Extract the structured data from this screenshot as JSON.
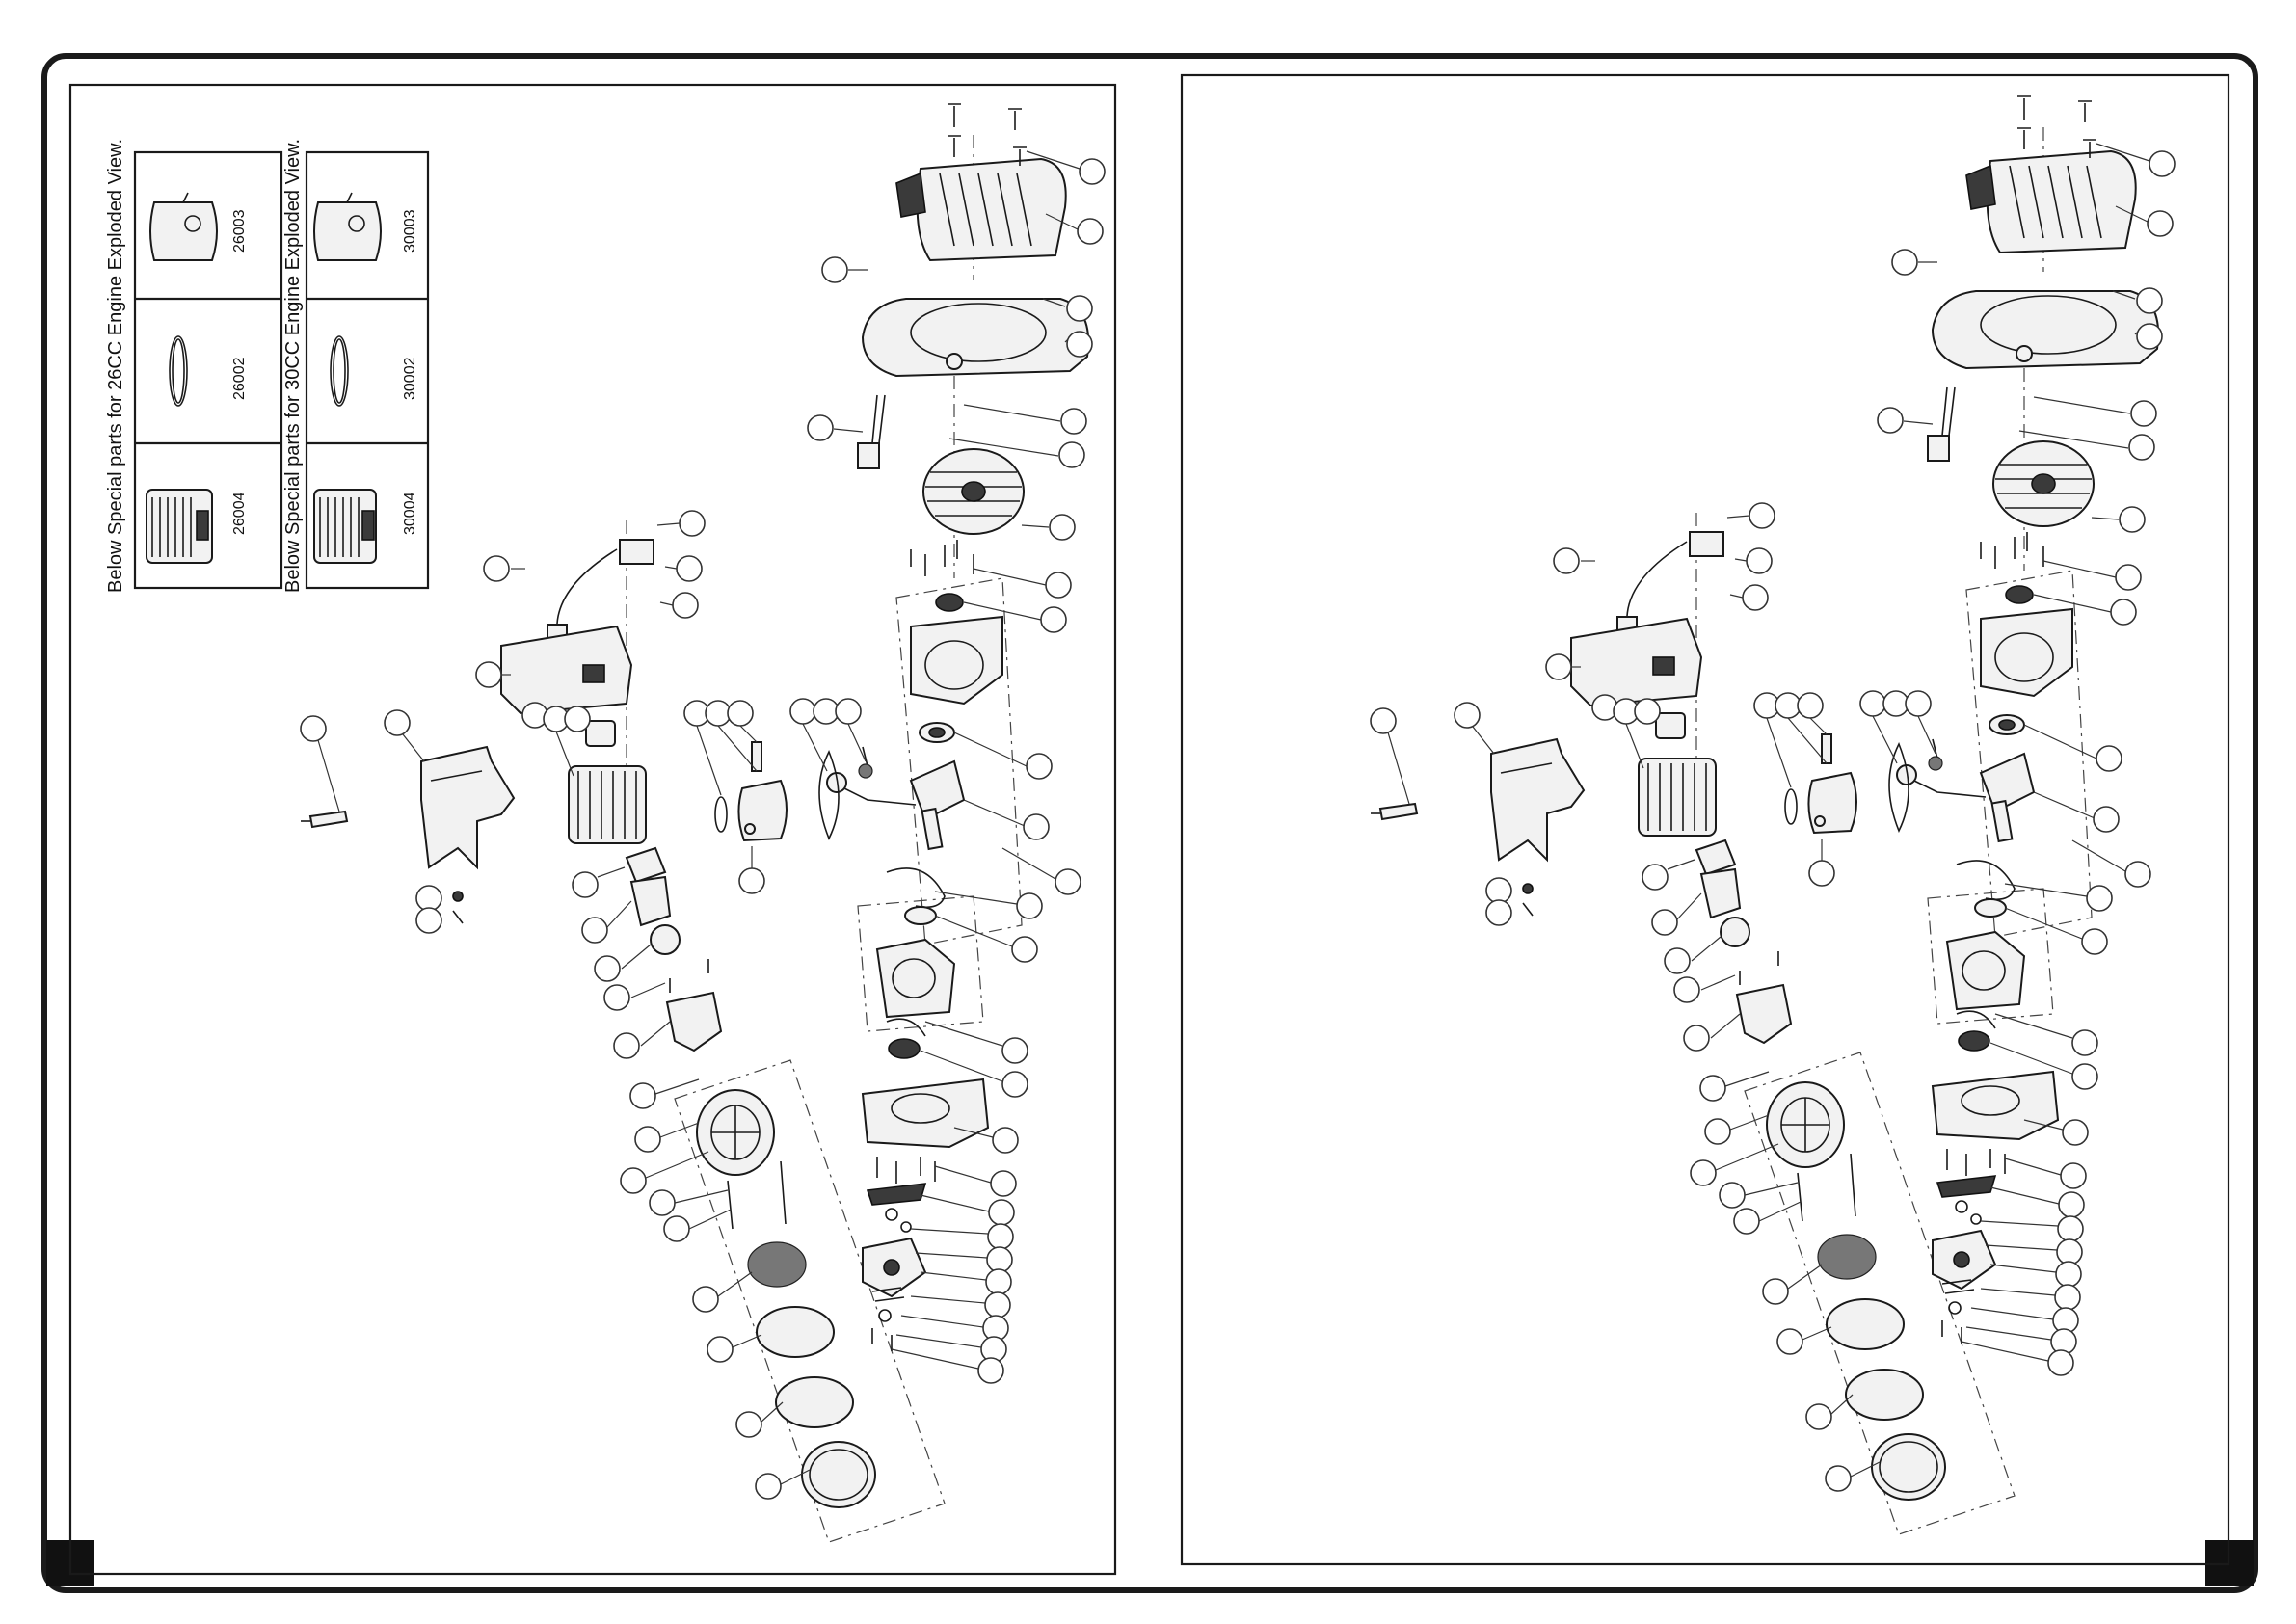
{
  "special_parts_26cc": {
    "heading": "Below Special parts for 26CC Engine Exploded View.",
    "cells": [
      {
        "code": "26004",
        "icon": "cylinder-icon"
      },
      {
        "code": "26002",
        "icon": "piston-ring-icon"
      },
      {
        "code": "26003",
        "icon": "piston-icon"
      }
    ]
  },
  "special_parts_30cc": {
    "heading": "Below Special parts for 30CC Engine Exploded View.",
    "cells": [
      {
        "code": "30004",
        "icon": "cylinder-icon"
      },
      {
        "code": "30002",
        "icon": "piston-ring-icon"
      },
      {
        "code": "30003",
        "icon": "piston-icon"
      }
    ]
  },
  "diagram": {
    "left_panel_icon": "engine-exploded-view-icon",
    "right_panel_icon": "engine-exploded-view-icon",
    "callouts_blank": true
  },
  "colors": {
    "frame": "#1a1a1a",
    "part_fill": "#f2f2f2",
    "part_dark": "#3a3a3a",
    "background": "#ffffff"
  }
}
